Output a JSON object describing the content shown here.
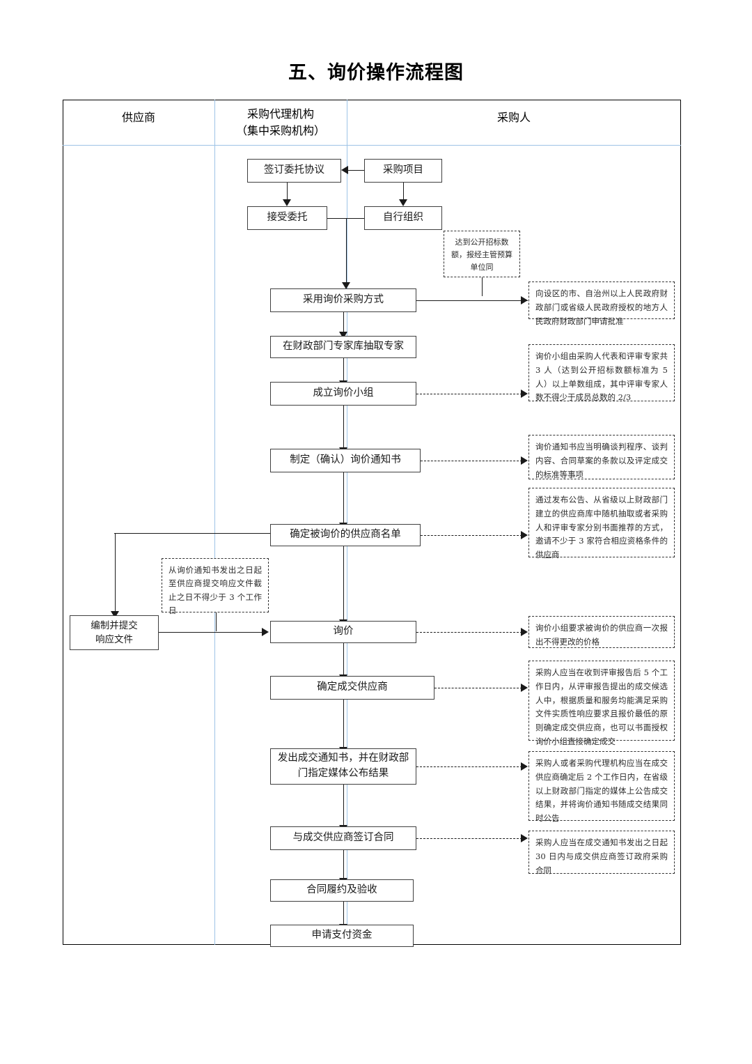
{
  "document": {
    "title": "五、询价操作流程图"
  },
  "lanes": [
    {
      "id": "supplier",
      "label": "供应商"
    },
    {
      "id": "agency",
      "label": "采购代理机构\n（集中采购机构）",
      "line1": "采购代理机构",
      "line2": "（集中采购机构）"
    },
    {
      "id": "purchaser",
      "label": "采购人"
    }
  ],
  "nodes": {
    "sign_entrust": "签订委托协议",
    "purchase_project": "采购项目",
    "accept_entrust": "接受委托",
    "self_organize": "自行组织",
    "adopt_inquiry": "采用询价采购方式",
    "draw_experts": "在财政部门专家库抽取专家",
    "form_group": "成立询价小组",
    "make_notice": "制定（确认）询价通知书",
    "determine_suppliers": "确定被询价的供应商名单",
    "prepare_response": "编制并提交\n响应文件",
    "prepare_response_l1": "编制并提交",
    "prepare_response_l2": "响应文件",
    "inquiry": "询价",
    "determine_winner": "确定成交供应商",
    "issue_notice": "发出成交通知书，并在财政部\n门指定媒体公布结果",
    "issue_notice_l1": "发出成交通知书，并在财政部",
    "issue_notice_l2": "门指定媒体公布结果",
    "sign_contract": "与成交供应商签订合同",
    "perform_accept": "合同履约及验收",
    "apply_payment": "申请支付资金"
  },
  "notes": {
    "open_bid_threshold": "达到公开招标数额，报经主管预算单位同",
    "apply_approval": "向设区的市、自治州以上人民政府财政部门或省级人民政府授权的地方人民政府财政部门申请批准",
    "group_composition": "询价小组由采购人代表和评审专家共 3 人（达到公开招标数额标准为 5 人）以上单数组成，其中评审专家人数不得少于成员总数的 2/3",
    "notice_content": "询价通知书应当明确谈判程序、谈判内容、合同草案的条款以及评定成交的标准等事项",
    "supplier_selection": "通过发布公告、从省级以上财政部门建立的供应商库中随机抽取或者采购人和评审专家分别书面推荐的方式，邀请不少于 3 家符合相应资格条件的供应商",
    "response_deadline": "从询价通知书发出之日起至供应商提交响应文件截止之日不得少于 3 个工作日",
    "one_time_price": "询价小组要求被询价的供应商一次报出不得更改的价格",
    "determine_winner_rule": "采购人应当在收到评审报告后 5 个工作日内，从评审报告提出的成交候选人中，根据质量和服务均能满足采购文件实质性响应要求且报价最低的原则确定成交供应商，也可以书面授权询价小组直接确定成交",
    "announce_result": "采购人或者采购代理机构应当在成交供应商确定后 2 个工作日内，在省级以上财政部门指定的媒体上公告成交结果，并将询价通知书随成交结果同时公告",
    "contract_deadline": "采购人应当在成交通知书发出之日起 30 日内与成交供应商签订政府采购合同"
  },
  "colors": {
    "lane_divider": "#9dc3e6",
    "box_border": "#3f3f3f",
    "connector": "#1a1a1a",
    "frame": "#000000"
  }
}
